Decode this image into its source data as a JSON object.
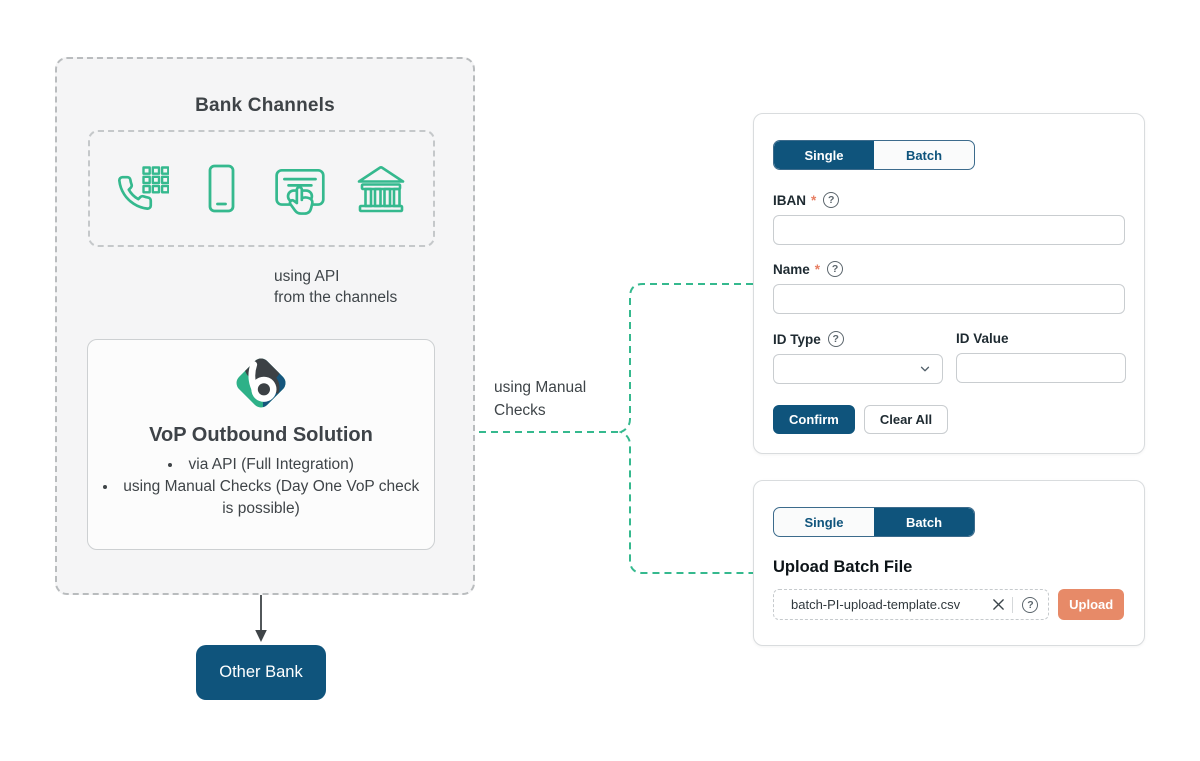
{
  "colors": {
    "green": "#35b98e",
    "blue": "#0f547c",
    "salmon": "#e78a68",
    "ink": "#3f4448",
    "asterisk": "#e77e62"
  },
  "icons": {
    "help_glyph": "?"
  },
  "diagram": {
    "bank_channels": {
      "title": "Bank Channels",
      "icons": [
        "phone-keypad",
        "mobile-phone",
        "card-tap",
        "bank-building"
      ]
    },
    "api_label_lines": [
      "using API",
      "from the channels"
    ],
    "vop": {
      "title": "VoP Outbound Solution",
      "bullets": [
        "via API (Full Integration)",
        "using Manual Checks (Day One VoP check is possible)"
      ]
    },
    "manual_label_lines": [
      "using Manual",
      "Checks"
    ],
    "other_bank_label": "Other Bank"
  },
  "single_panel": {
    "tabs": [
      {
        "label": "Single",
        "active": true
      },
      {
        "label": "Batch",
        "active": false
      }
    ],
    "required_mark": "*",
    "fields": {
      "iban": {
        "label": "IBAN",
        "value": "",
        "placeholder": ""
      },
      "name": {
        "label": "Name",
        "value": "",
        "placeholder": ""
      },
      "id_type": {
        "label": "ID Type",
        "value": ""
      },
      "id_value": {
        "label": "ID Value",
        "value": "",
        "placeholder": ""
      }
    },
    "confirm_label": "Confirm",
    "clear_all_label": "Clear All"
  },
  "batch_panel": {
    "tabs": [
      {
        "label": "Single",
        "active": false
      },
      {
        "label": "Batch",
        "active": true
      }
    ],
    "title": "Upload Batch File",
    "file_name": "batch-PI-upload-template.csv",
    "upload_label": "Upload"
  }
}
